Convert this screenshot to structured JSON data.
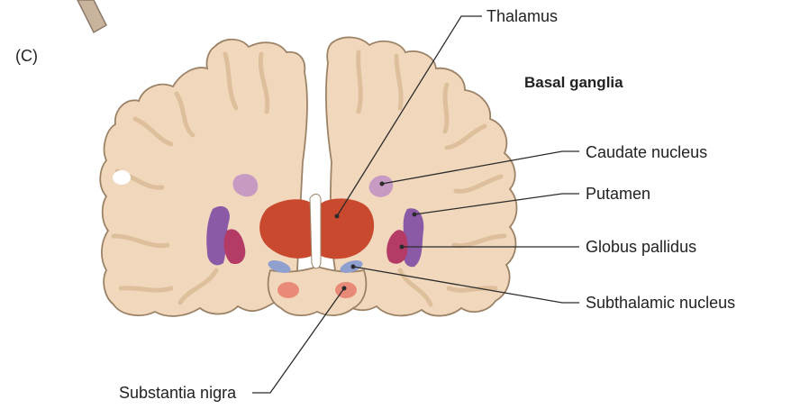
{
  "figure": {
    "panel_label": "(C)",
    "title": "Basal ganglia"
  },
  "labels": {
    "thalamus": "Thalamus",
    "caudate": "Caudate nucleus",
    "putamen": "Putamen",
    "globus_pallidus": "Globus pallidus",
    "subthalamic": "Subthalamic nucleus",
    "substantia_nigra": "Substantia nigra"
  },
  "colors": {
    "brain_fill": "#f1d8bd",
    "brain_outline": "#9c8367",
    "gyri_line": "#ddbf9b",
    "thalamus": "#c9492f",
    "caudate": "#c79ac3",
    "putamen": "#8a5aa7",
    "globus_pallidus": "#b33b66",
    "subthalamic": "#8f9fce",
    "substantia_nigra": "#e98a78",
    "ventricle": "#ffffff",
    "stalk": "#c8b39d"
  }
}
